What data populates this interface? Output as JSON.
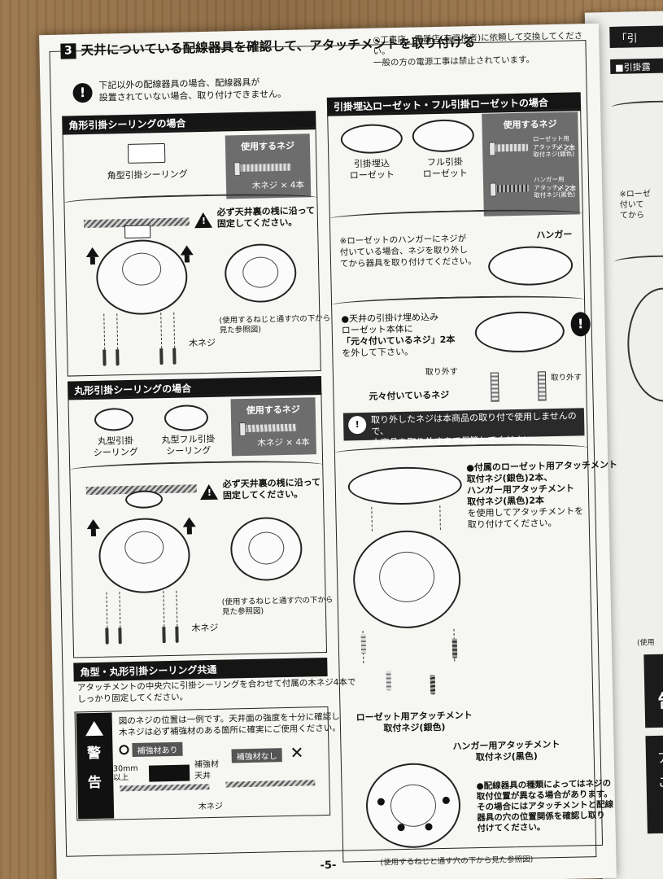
{
  "header": {
    "step_number": "3",
    "title": "天井についている配線器具を確認して、アタッチメントを取り付ける",
    "note_line1": "◎工事店、電器店(有資格者)に依頼して交換してください。",
    "note_line2": "一般の方の電源工事は禁止されています。",
    "stop_line1": "下記以外の配線器具の場合、配線器具が",
    "stop_line2": "設置されていない場合、取り付けできません。"
  },
  "section_square": {
    "title": "角形引掛シーリングの場合",
    "device_label": "角型引掛シーリング",
    "screw_title": "使用するネジ",
    "screw_count": "木ネジ × 4本",
    "warning_line1": "必ず天井裏の桟に沿って",
    "warning_line2": "固定してください。",
    "ref_line1": "(使用するねじと通す穴の下から",
    "ref_line2": "見た参照図)",
    "wood_screw": "木ネジ"
  },
  "section_round": {
    "title": "丸形引掛シーリングの場合",
    "device1_line1": "丸型引掛",
    "device1_line2": "シーリング",
    "device2_line1": "丸型フル引掛",
    "device2_line2": "シーリング",
    "screw_title": "使用するネジ",
    "screw_count": "木ネジ × 4本",
    "warning_line1": "必ず天井裏の桟に沿って",
    "warning_line2": "固定してください。",
    "ref_line1": "(使用するねじと通す穴の下から",
    "ref_line2": "見た参照図)",
    "wood_screw": "木ネジ"
  },
  "section_common": {
    "title": "角型・丸形引掛シーリング共通",
    "desc_line1": "アタッチメントの中央穴に引掛シーリングを合わせて付属の木ネジ4本で",
    "desc_line2": "しっかり固定してください。",
    "warning_word": "警告",
    "warn_line1": "図のネジの位置は一例です。天井面の強度を十分に確認し",
    "warn_line2": "木ネジは必ず補強材のある箇所に確実にご使用ください。",
    "with_reinforce": "補強材あり",
    "without_reinforce": "補強材なし",
    "reinforce": "補強材",
    "ceiling": "天井",
    "thickness": "30mm",
    "over": "以上",
    "wood_screw": "木ネジ"
  },
  "section_rosette": {
    "title": "引掛埋込ローゼット・フル引掛ローゼットの場合",
    "device1_line1": "引掛埋込",
    "device1_line2": "ローゼット",
    "device2_line1": "フル引掛",
    "device2_line2": "ローゼット",
    "screw_title": "使用するネジ",
    "screw1_line1": "ローゼット用",
    "screw1_line2": "アタッチメント",
    "screw1_line3": "取付ネジ(銀色)",
    "screw2_line1": "ハンガー用",
    "screw2_line2": "アタッチメント",
    "screw2_line3": "取付ネジ(黒色)",
    "count": "× 2本",
    "hanger": "ハンガー",
    "hanger_note1": "※ローゼットのハンガーにネジが",
    "hanger_note2": "付いている場合、ネジを取り外し",
    "hanger_note3": "てから器具を取り付けてください。",
    "remove_line1": "●天井の引掛け埋め込み",
    "remove_line2": "ローゼット本体に",
    "remove_line3": "「元々付いているネジ」2本",
    "remove_line4": "を外して下さい。",
    "take_off": "取り外す",
    "take_off2": "取り外す",
    "original_screw": "元々付いているネジ",
    "info_line1": "取り外したネジは本商品の取り付で使用しませんので、",
    "info_line2": "本商品を取り外すまで保管してください。",
    "attach_line1": "●付属のローゼット用アタッチメント",
    "attach_line2": "取付ネジ(銀色)2本、",
    "attach_line3": "ハンガー用アタッチメント",
    "attach_line4": "取付ネジ(黒色)2本",
    "attach_line5": "を使用してアタッチメントを",
    "attach_line6": "取り付けてください。",
    "rosette_screw_line1": "ローゼット用アタッチメント",
    "rosette_screw_line2": "取付ネジ(銀色)",
    "hanger_screw_line1": "ハンガー用アタッチメント",
    "hanger_screw_line2": "取付ネジ(黒色)",
    "diff_line1": "●配線器具の種類によってはネジの",
    "diff_line2": "取付位置が異なる場合があります。",
    "diff_line3": "その場合にはアタッチメントと配線",
    "diff_line4": "器具の穴の位置関係を確認し取り",
    "diff_line5": "付けてください。",
    "ref": "(使用するねじと通す穴の下から見た参照図)"
  },
  "footer": {
    "page": "-5-"
  },
  "next_page": {
    "band": "「引",
    "sub": "■引掛露",
    "note_line1": "※ローゼ",
    "note_line2": "付いて",
    "note_line3": "てから",
    "small": "(使用",
    "warn_char": "警",
    "warn_char2": "告",
    "letter_a": "ア",
    "letter_ko": "こ"
  }
}
